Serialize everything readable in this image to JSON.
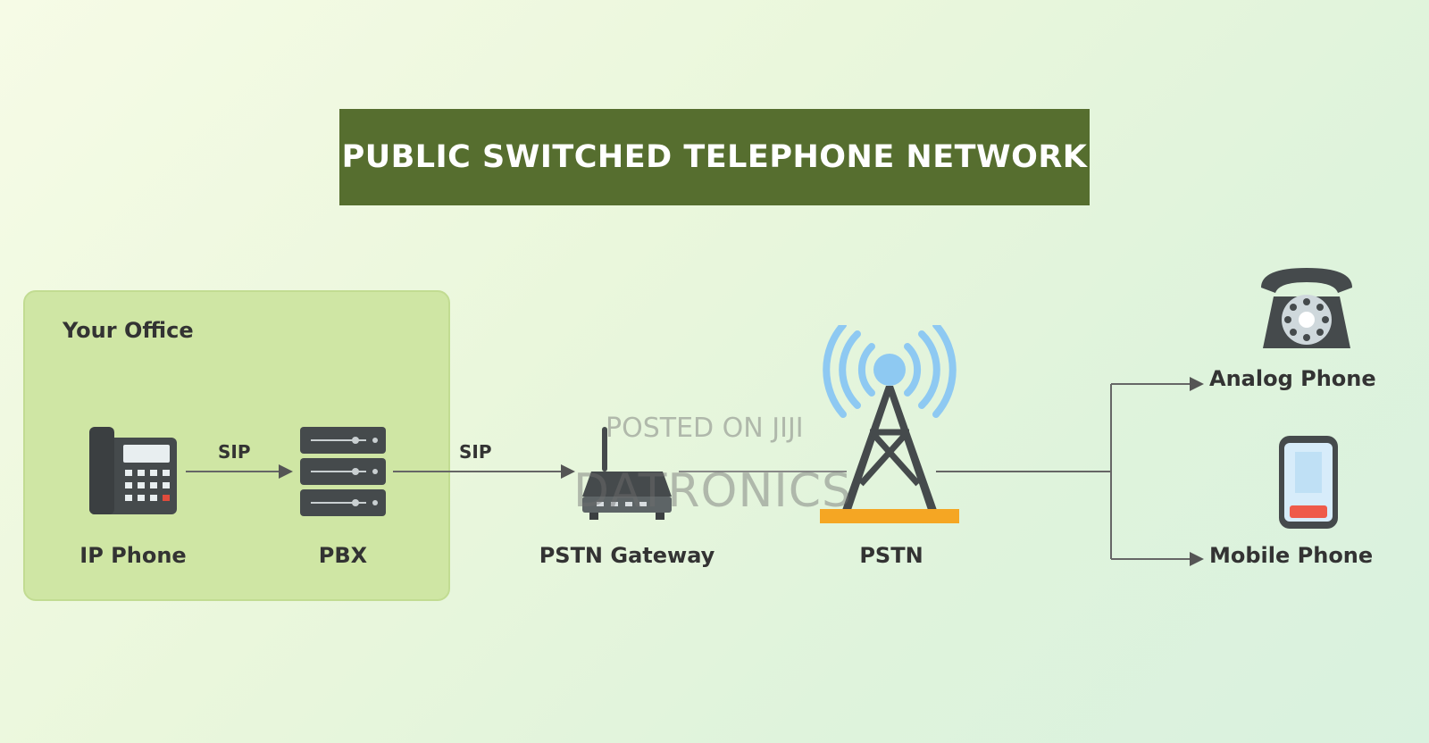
{
  "title": "PUBLIC SWITCHED TELEPHONE NETWORK",
  "office": {
    "label": "Your Office"
  },
  "nodes": {
    "ip_phone": "IP Phone",
    "pbx": "PBX",
    "gateway": "PSTN Gateway",
    "pstn": "PSTN",
    "analog_phone": "Analog Phone",
    "mobile_phone": "Mobile Phone"
  },
  "links": {
    "ip_to_pbx": "SIP",
    "pbx_to_gateway": "SIP"
  },
  "watermark": {
    "line1": "POSTED ON JIJI",
    "line2": "DATRONICS"
  },
  "colors": {
    "banner": "#566e2f",
    "office_box": "#cfe6a4",
    "icon_dark": "#454a4c",
    "signal_blue": "#8ec9f2",
    "tower_base": "#f5a623"
  }
}
